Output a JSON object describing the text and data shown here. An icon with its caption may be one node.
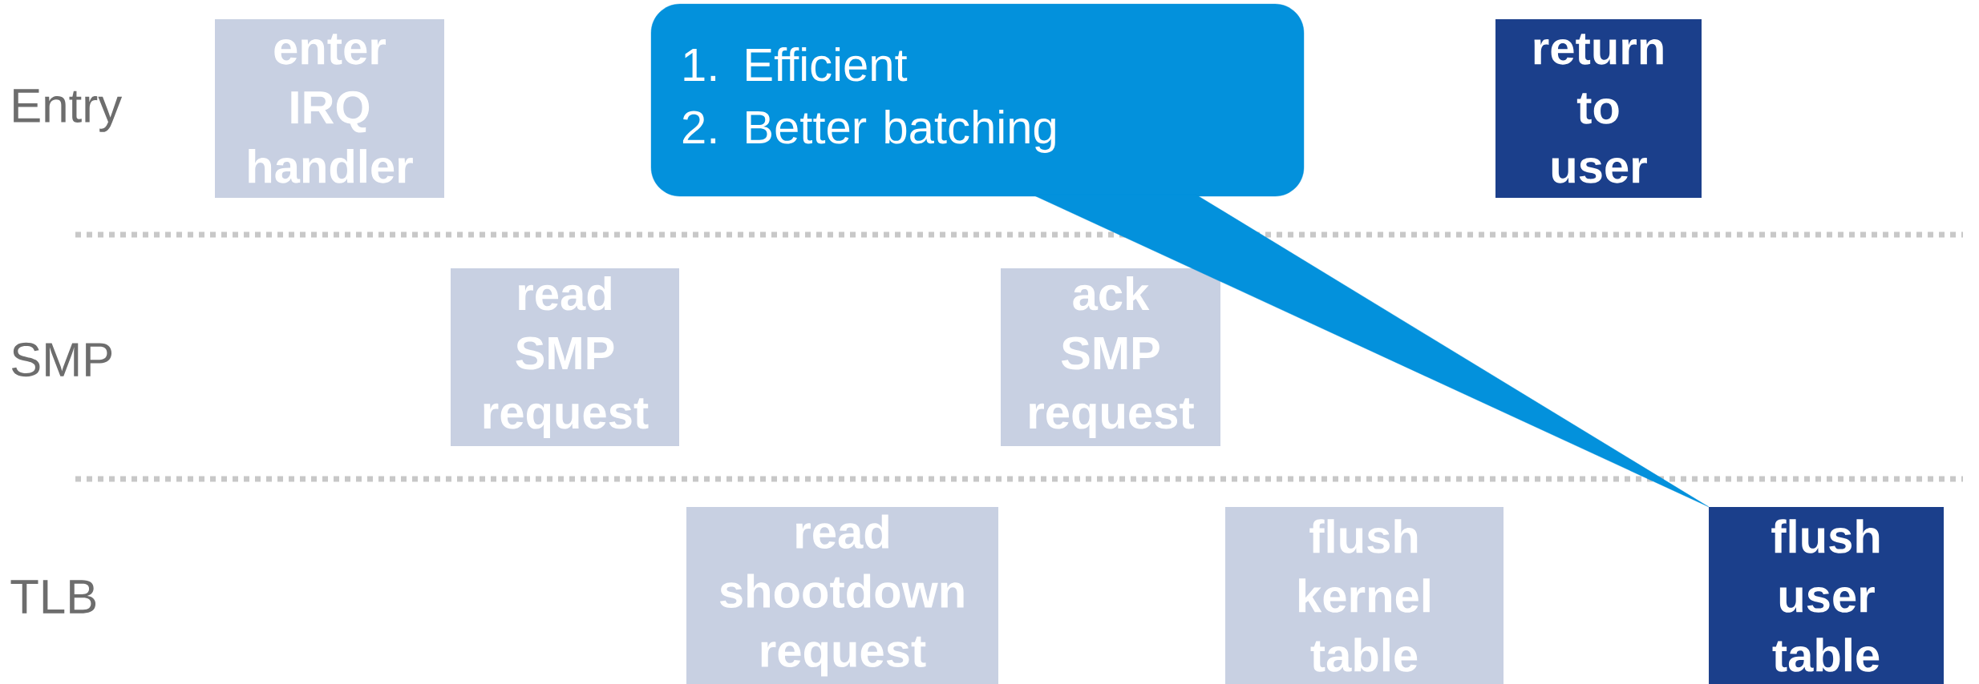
{
  "diagram": {
    "nodes": [
      {
        "text": [
          "enter IRQ handler"
        ]
      },
      {
        "text": [
          "1. Efficient",
          "2. Better batching"
        ]
      },
      {
        "text": [
          "return to user"
        ]
      },
      {
        "text": [
          "read SMP request"
        ]
      },
      {
        "text": [
          "ack SMP request"
        ]
      },
      {
        "text": [
          "read shootdown request"
        ]
      },
      {
        "text": [
          "flush kernel table"
        ]
      },
      {
        "text": [
          "flush user table"
        ]
      }
    ],
    "edges": [
      {
        "from": 1,
        "to": 7,
        "arrow": "none"
      }
    ],
    "labels": [
      "Entry",
      "SMP",
      "TLB"
    ]
  }
}
